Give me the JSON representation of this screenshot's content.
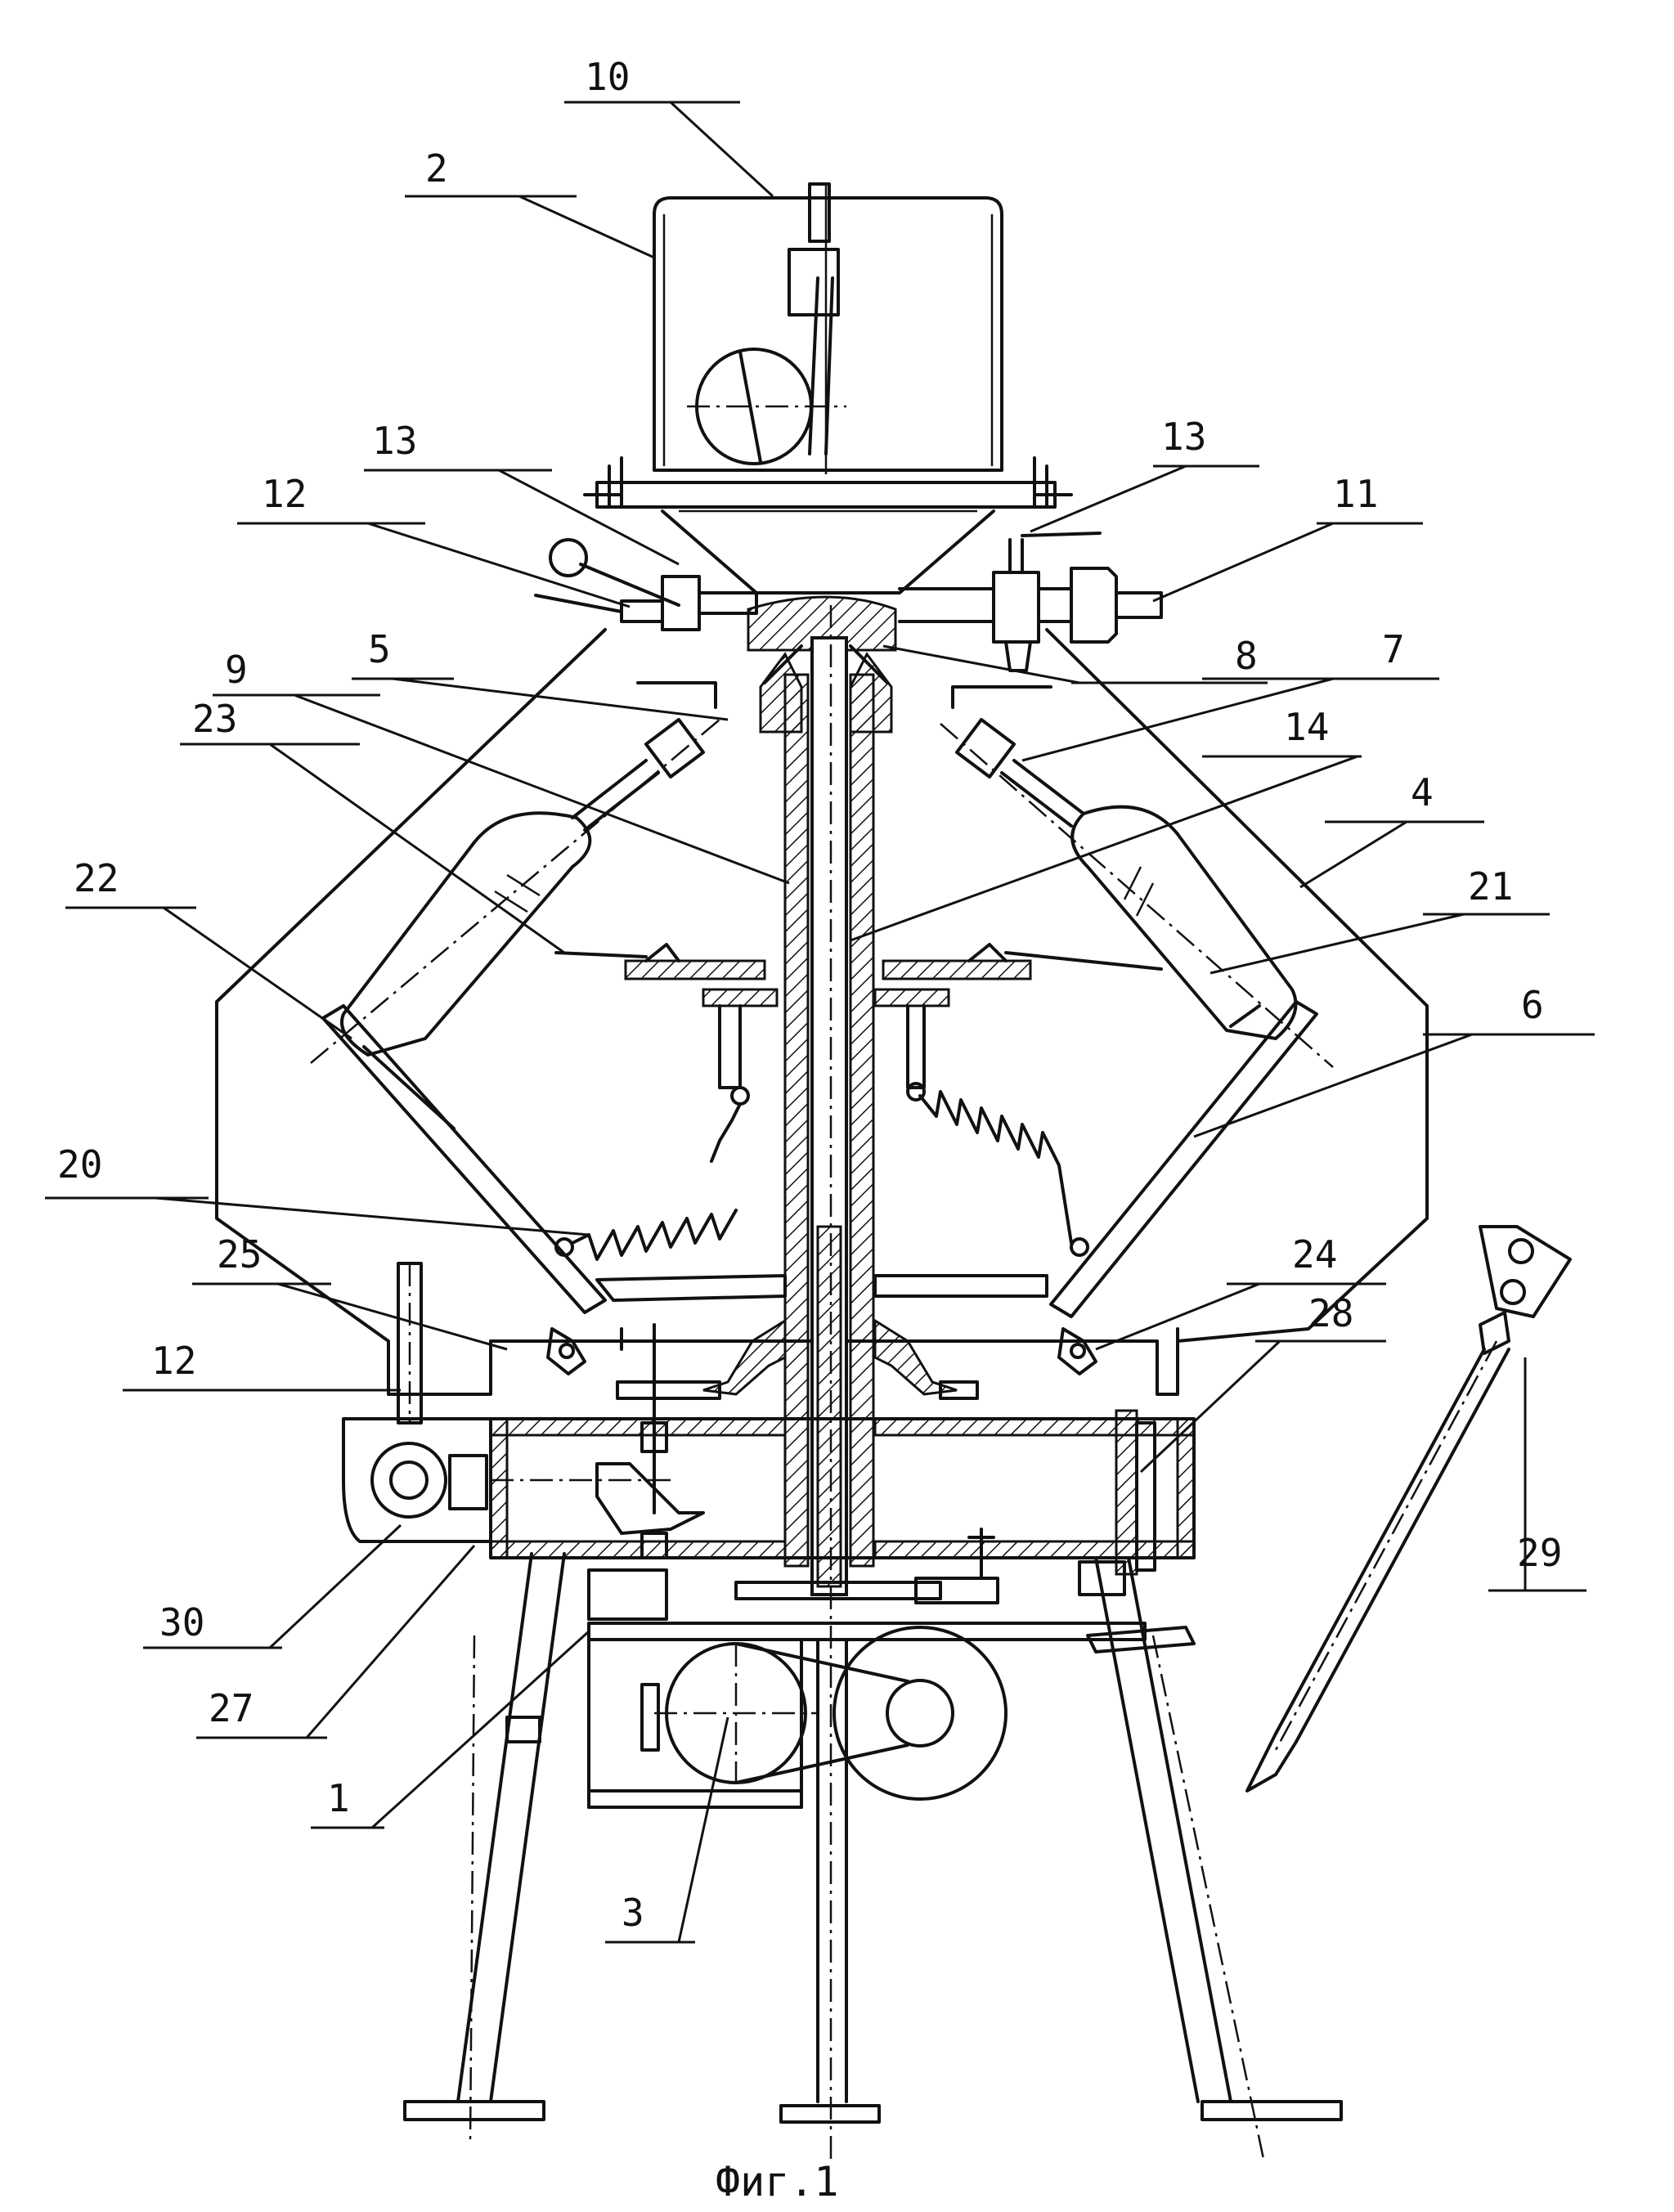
{
  "figure": {
    "caption": "Фиг.1"
  },
  "labels": {
    "l1": "1",
    "l2": "2",
    "l3": "3",
    "l4": "4",
    "l5": "5",
    "l6": "6",
    "l7": "7",
    "l8": "8",
    "l9": "9",
    "l10": "10",
    "l11": "11",
    "l12a": "12",
    "l12b": "12",
    "l13a": "13",
    "l13b": "13",
    "l14": "14",
    "l20": "20",
    "l21": "21",
    "l22": "22",
    "l23": "23",
    "l24": "24",
    "l25": "25",
    "l27": "27",
    "l28": "28",
    "l29": "29",
    "l30": "30"
  }
}
